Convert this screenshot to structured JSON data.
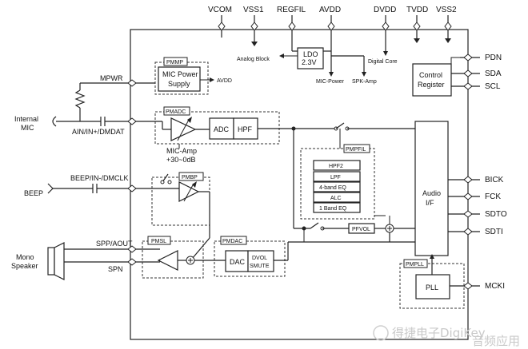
{
  "pins_top": {
    "vcom": "VCOM",
    "vss1": "VSS1",
    "regfil": "REGFIL",
    "avdd": "AVDD",
    "dvdd": "DVDD",
    "tvdd": "TVDD",
    "vss2": "VSS2"
  },
  "pins_right": {
    "pdn": "PDN",
    "sda": "SDA",
    "scl": "SCL",
    "bick": "BICK",
    "fck": "FCK",
    "sdto": "SDTO",
    "sdti": "SDTI",
    "mcki": "MCKI"
  },
  "pins_left": {
    "mpwr": "MPWR",
    "ain": "AIN/IN+/DMDAT",
    "beep_in": "BEEP/IN-/DMCLK",
    "spp": "SPP/AOUT",
    "spn": "SPN"
  },
  "external": {
    "internal_mic_l1": "Internal",
    "internal_mic_l2": "MIC",
    "beep": "BEEP",
    "mono_l1": "Mono",
    "mono_l2": "Speaker"
  },
  "blocks": {
    "ldo_l1": "LDO",
    "ldo_l2": "2.3V",
    "analog_block": "Analog Block",
    "digital_core": "Digital Core",
    "mic_power": "MIC-Power",
    "spk_amp": "SPK-Amp",
    "pmmp": "PMMP",
    "mic_ps_l1": "MIC Power",
    "mic_ps_l2": "Supply",
    "avdd_out": "AVDD",
    "control_l1": "Control",
    "control_l2": "Register",
    "pmadc": "PMADC",
    "adc": "ADC",
    "hpf": "HPF",
    "mic_amp_l1": "MIC-Amp",
    "mic_amp_l2": "+30~0dB",
    "pmbp": "PMBP",
    "pmpfil": "PMPFIL",
    "hpf2": "HPF2",
    "lpf": "LPF",
    "eq4": "4-band EQ",
    "alc": "ALC",
    "eq1": "1 Band EQ",
    "pfvol": "PFVOL",
    "audio_l1": "Audio",
    "audio_l2": "I/F",
    "pmsl": "PMSL",
    "pmdac": "PMDAC",
    "dac": "DAC",
    "dvol_l1": "DVOL",
    "dvol_l2": "SMUTE",
    "pmpll": "PMPLL",
    "pll": "PLL"
  },
  "watermark": "得捷电子DigiKey",
  "watermark2": "音频应用"
}
